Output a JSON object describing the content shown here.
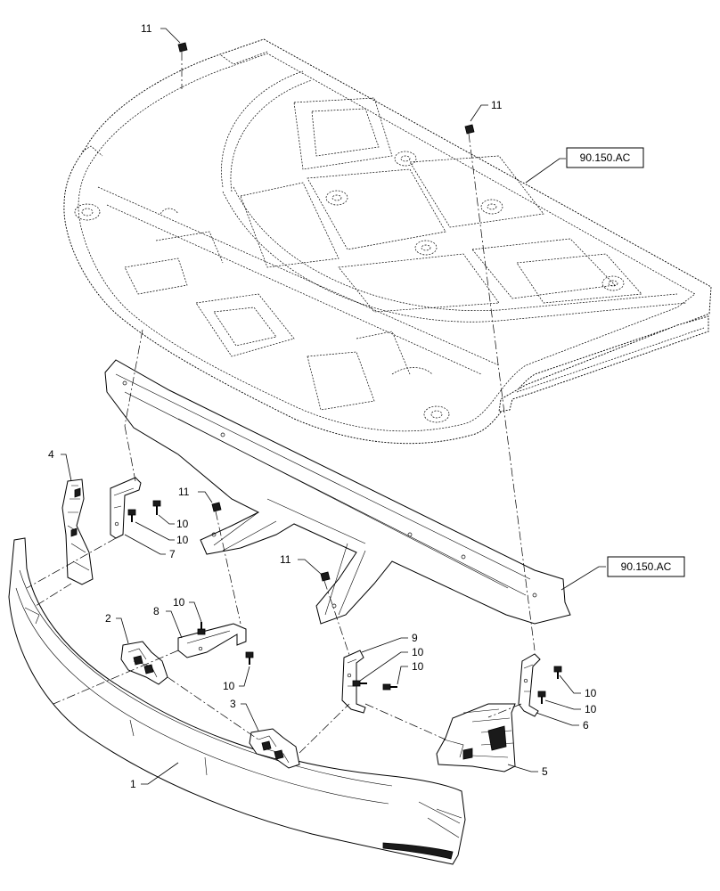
{
  "callouts": [
    {
      "id": "c11a",
      "label": "11"
    },
    {
      "id": "c11b",
      "label": "11"
    },
    {
      "id": "c11c",
      "label": "11"
    },
    {
      "id": "c11d",
      "label": "11"
    },
    {
      "id": "c4",
      "label": "4"
    },
    {
      "id": "c7",
      "label": "7"
    },
    {
      "id": "c10a",
      "label": "10"
    },
    {
      "id": "c10b",
      "label": "10"
    },
    {
      "id": "c2",
      "label": "2"
    },
    {
      "id": "c8",
      "label": "8"
    },
    {
      "id": "c10c",
      "label": "10"
    },
    {
      "id": "c10d",
      "label": "10"
    },
    {
      "id": "c3",
      "label": "3"
    },
    {
      "id": "c1",
      "label": "1"
    },
    {
      "id": "c9",
      "label": "9"
    },
    {
      "id": "c10e",
      "label": "10"
    },
    {
      "id": "c10f",
      "label": "10"
    },
    {
      "id": "c10g",
      "label": "10"
    },
    {
      "id": "c10h",
      "label": "10"
    },
    {
      "id": "c6",
      "label": "6"
    },
    {
      "id": "c5",
      "label": "5"
    }
  ],
  "references": {
    "hood_ref": "90.150.AC",
    "crossmember_ref": "90.150.AC"
  }
}
